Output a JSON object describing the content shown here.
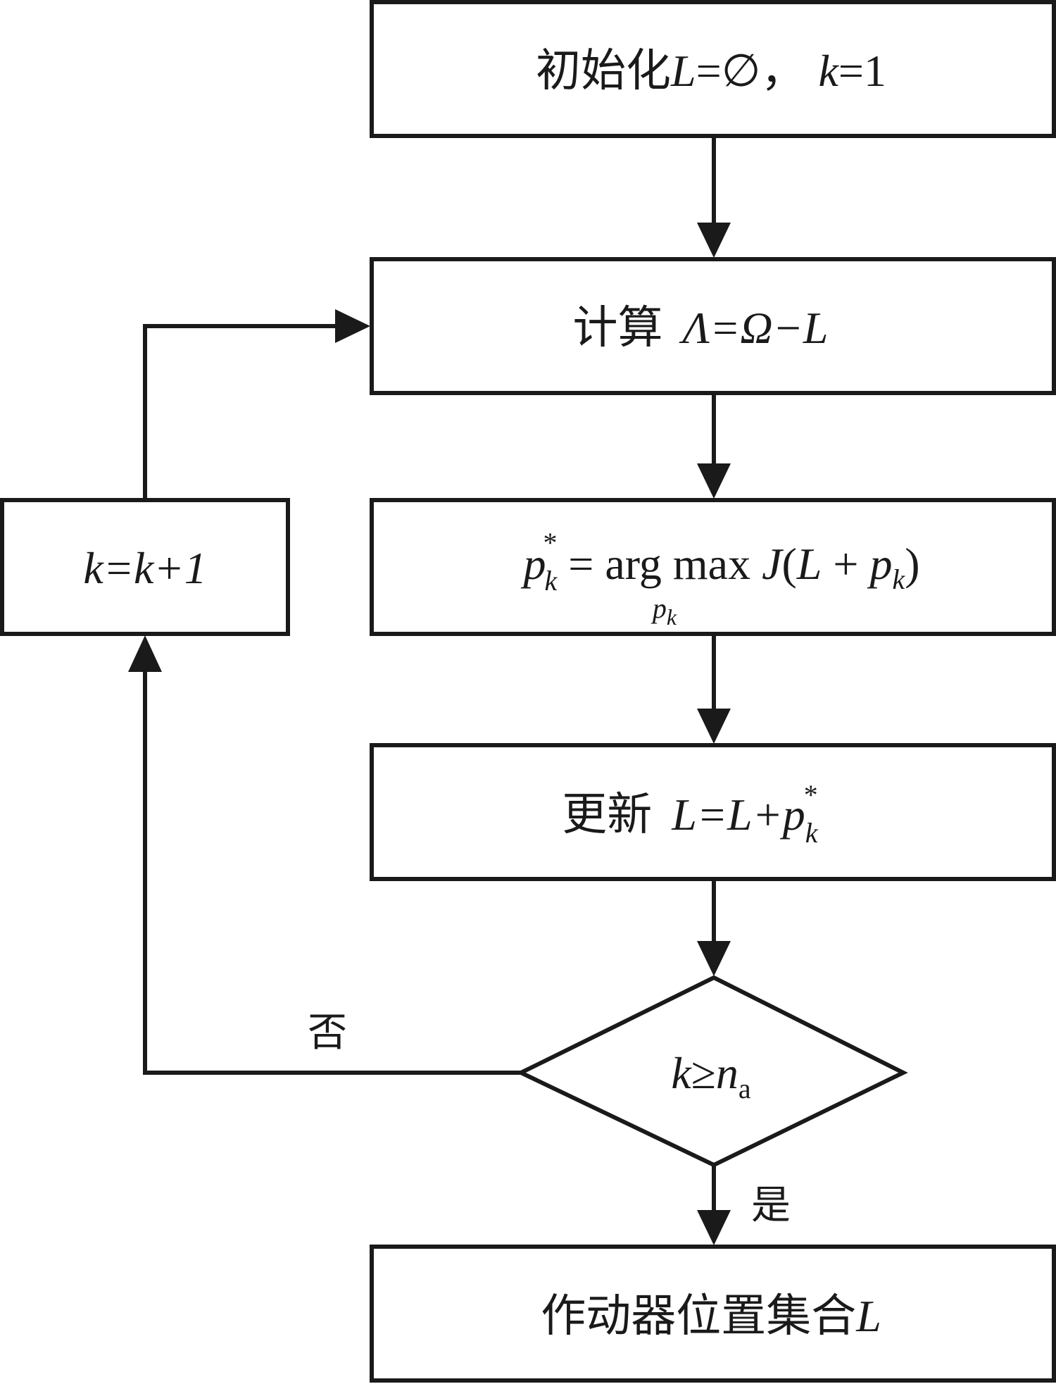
{
  "nodes": {
    "init": {
      "prefix": "初始化",
      "var_L": "L",
      "eq": "=∅，",
      "var_k": "k",
      "tail": "=1"
    },
    "compute": {
      "prefix": "计算",
      "expr": "Λ=Ω−L"
    },
    "argmax": {
      "p": "p",
      "star": "*",
      "k": "k",
      "eq": " = arg max ",
      "J": "J",
      "lparen": "(",
      "L": "L",
      "plus": " + ",
      "p2": "p",
      "k2": "k",
      "rparen": ")",
      "under_p": "p",
      "under_k": "k"
    },
    "update": {
      "prefix": "更新",
      "expr": "L=L+p",
      "star": "*",
      "k": "k"
    },
    "decision": {
      "k": "k",
      "geq": "≥",
      "n": "n",
      "a": "a"
    },
    "increment": {
      "expr": "k=k+1"
    },
    "result": {
      "prefix": "作动器位置集合",
      "var_L": "L"
    }
  },
  "edges": {
    "no_label": "否",
    "yes_label": "是"
  }
}
